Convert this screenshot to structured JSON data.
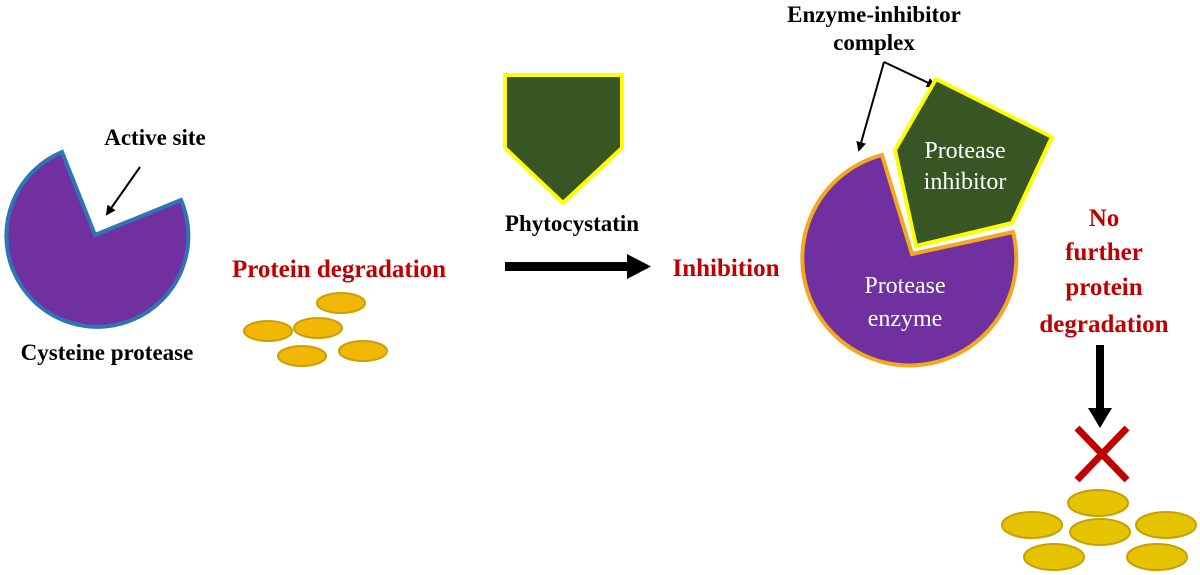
{
  "colors": {
    "enzyme_fill": "#7030a0",
    "enzyme_outline_left": "#2e75b6",
    "enzyme_outline_right": "#f4a81d",
    "inhibitor_fill": "#375623",
    "inhibitor_outline": "#ffff00",
    "protein_fill_left": "#f2b705",
    "protein_fill_right": "#e6c300",
    "protein_outline": "#c9a000",
    "red_text": "#c00000",
    "cross": "#c00000",
    "arrow": "#000000"
  },
  "left_panel": {
    "active_site_label": "Active site",
    "enzyme_label": "Cysteine protease",
    "process_label": "Protein degradation"
  },
  "middle_panel": {
    "inhibitor_label": "Phytocystatin",
    "result_label": "Inhibition"
  },
  "right_panel": {
    "complex_label_line1": "Enzyme-inhibitor",
    "complex_label_line2": "complex",
    "inhibitor_text_line1": "Protease",
    "inhibitor_text_line2": "inhibitor",
    "enzyme_text_line1": "Protease",
    "enzyme_text_line2": "enzyme",
    "outcome_line1": "No",
    "outcome_line2": "further",
    "outcome_line3": "protein",
    "outcome_line4": "degradation"
  },
  "icons": [
    "pacman-enzyme-icon",
    "pentagon-inhibitor-icon",
    "cross-icon",
    "right-arrow-icon",
    "down-arrow-icon"
  ]
}
